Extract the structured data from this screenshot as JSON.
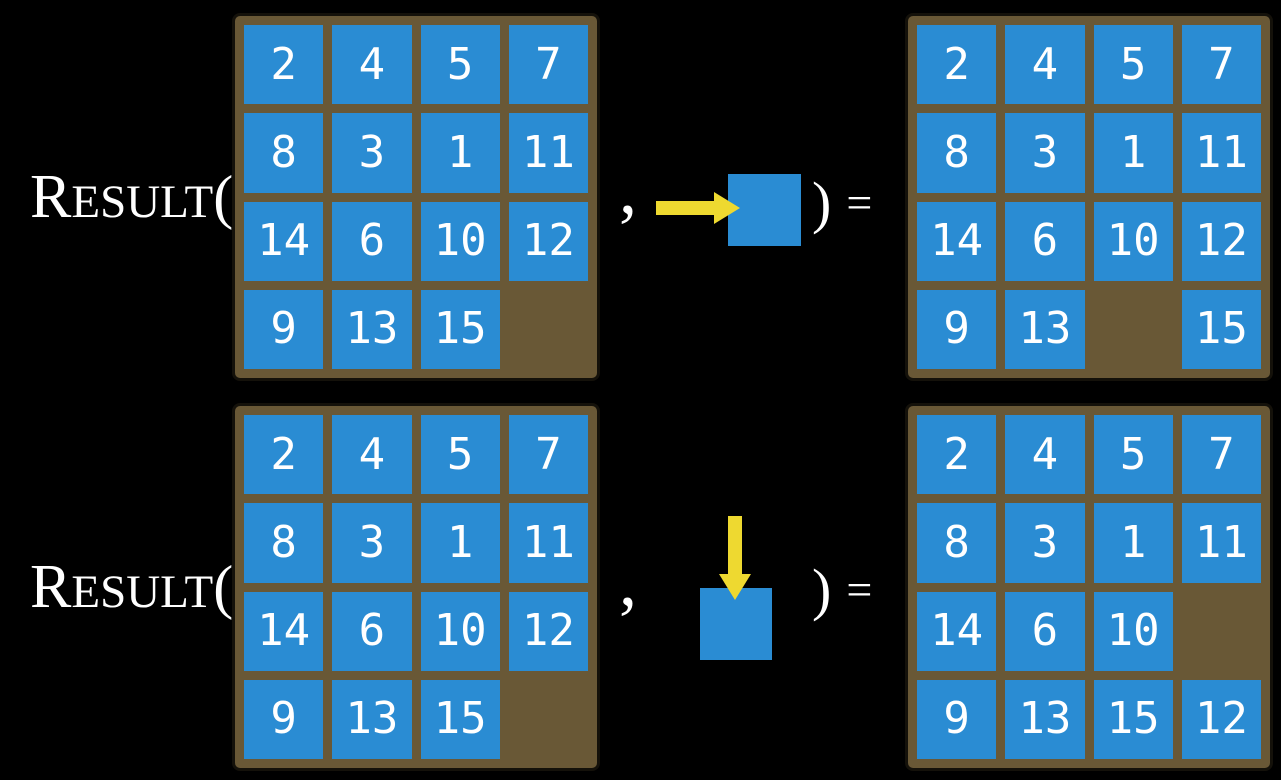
{
  "figure": {
    "background": "#000000",
    "colors": {
      "tile_blue": "#2a8cd3",
      "frame_brown": "#695836",
      "arrow_yellow": "#eed930",
      "text_white": "#ffffff"
    },
    "rows": [
      {
        "label_cap": "R",
        "label_small": "ESULT",
        "open_paren": "(",
        "comma": ",",
        "close_paren": ")",
        "equals": "=",
        "move_icon": "right-arrow-into-tile-icon",
        "move_direction": "right",
        "input": {
          "cells": [
            "2",
            "4",
            "5",
            "7",
            "8",
            "3",
            "1",
            "11",
            "14",
            "6",
            "10",
            "12",
            "9",
            "13",
            "15",
            ""
          ]
        },
        "output": {
          "cells": [
            "2",
            "4",
            "5",
            "7",
            "8",
            "3",
            "1",
            "11",
            "14",
            "6",
            "10",
            "12",
            "9",
            "13",
            "",
            "15"
          ]
        }
      },
      {
        "label_cap": "R",
        "label_small": "ESULT",
        "open_paren": "(",
        "comma": ",",
        "close_paren": ")",
        "equals": "=",
        "move_icon": "down-arrow-into-tile-icon",
        "move_direction": "down",
        "input": {
          "cells": [
            "2",
            "4",
            "5",
            "7",
            "8",
            "3",
            "1",
            "11",
            "14",
            "6",
            "10",
            "12",
            "9",
            "13",
            "15",
            ""
          ]
        },
        "output": {
          "cells": [
            "2",
            "4",
            "5",
            "7",
            "8",
            "3",
            "1",
            "11",
            "14",
            "6",
            "10",
            "",
            "9",
            "13",
            "15",
            "12"
          ]
        }
      }
    ]
  }
}
